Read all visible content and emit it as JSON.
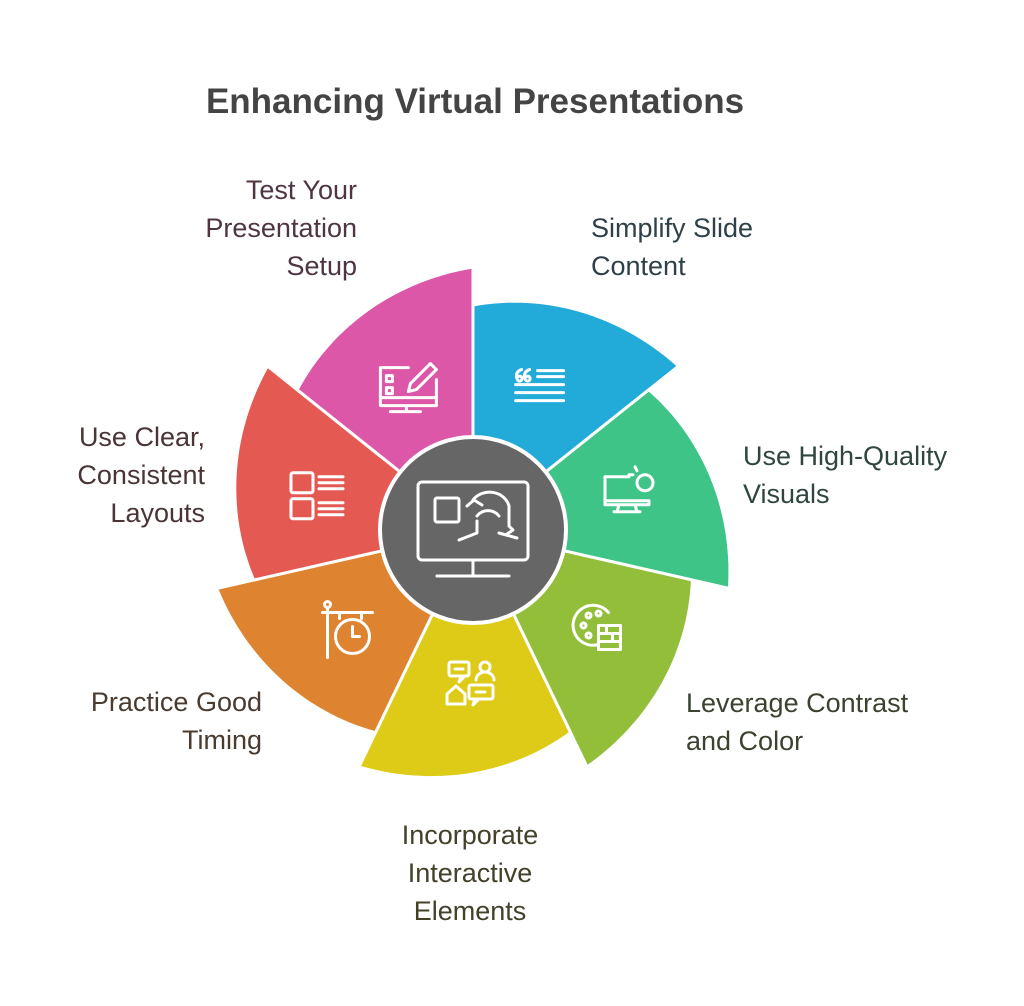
{
  "title": "Enhancing Virtual Presentations",
  "center": {
    "icon": "presenter-monitor-icon",
    "color": "#666666"
  },
  "segments": [
    {
      "label": "Simplify Slide\nContent",
      "color": "#22ABD9",
      "text_color": "#2F4048",
      "icon": "quote-text-icon"
    },
    {
      "label": "Use High-Quality\nVisuals",
      "color": "#3EC487",
      "text_color": "#2F4540",
      "icon": "monitor-idea-icon"
    },
    {
      "label": "Leverage Contrast\nand Color",
      "color": "#92BE3A",
      "text_color": "#3A4230",
      "icon": "palette-icon"
    },
    {
      "label": "Incorporate\nInteractive\nElements",
      "color": "#DDCB17",
      "text_color": "#43412A",
      "icon": "chat-people-icon"
    },
    {
      "label": "Practice Good\nTiming",
      "color": "#DE8430",
      "text_color": "#4A3B30",
      "icon": "clock-sign-icon"
    },
    {
      "label": "Use Clear,\nConsistent\nLayouts",
      "color": "#E45A53",
      "text_color": "#4A3436",
      "icon": "layout-list-icon"
    },
    {
      "label": "Test Your\nPresentation\nSetup",
      "color": "#DC57A7",
      "text_color": "#4F3543",
      "icon": "monitor-edit-icon"
    }
  ]
}
